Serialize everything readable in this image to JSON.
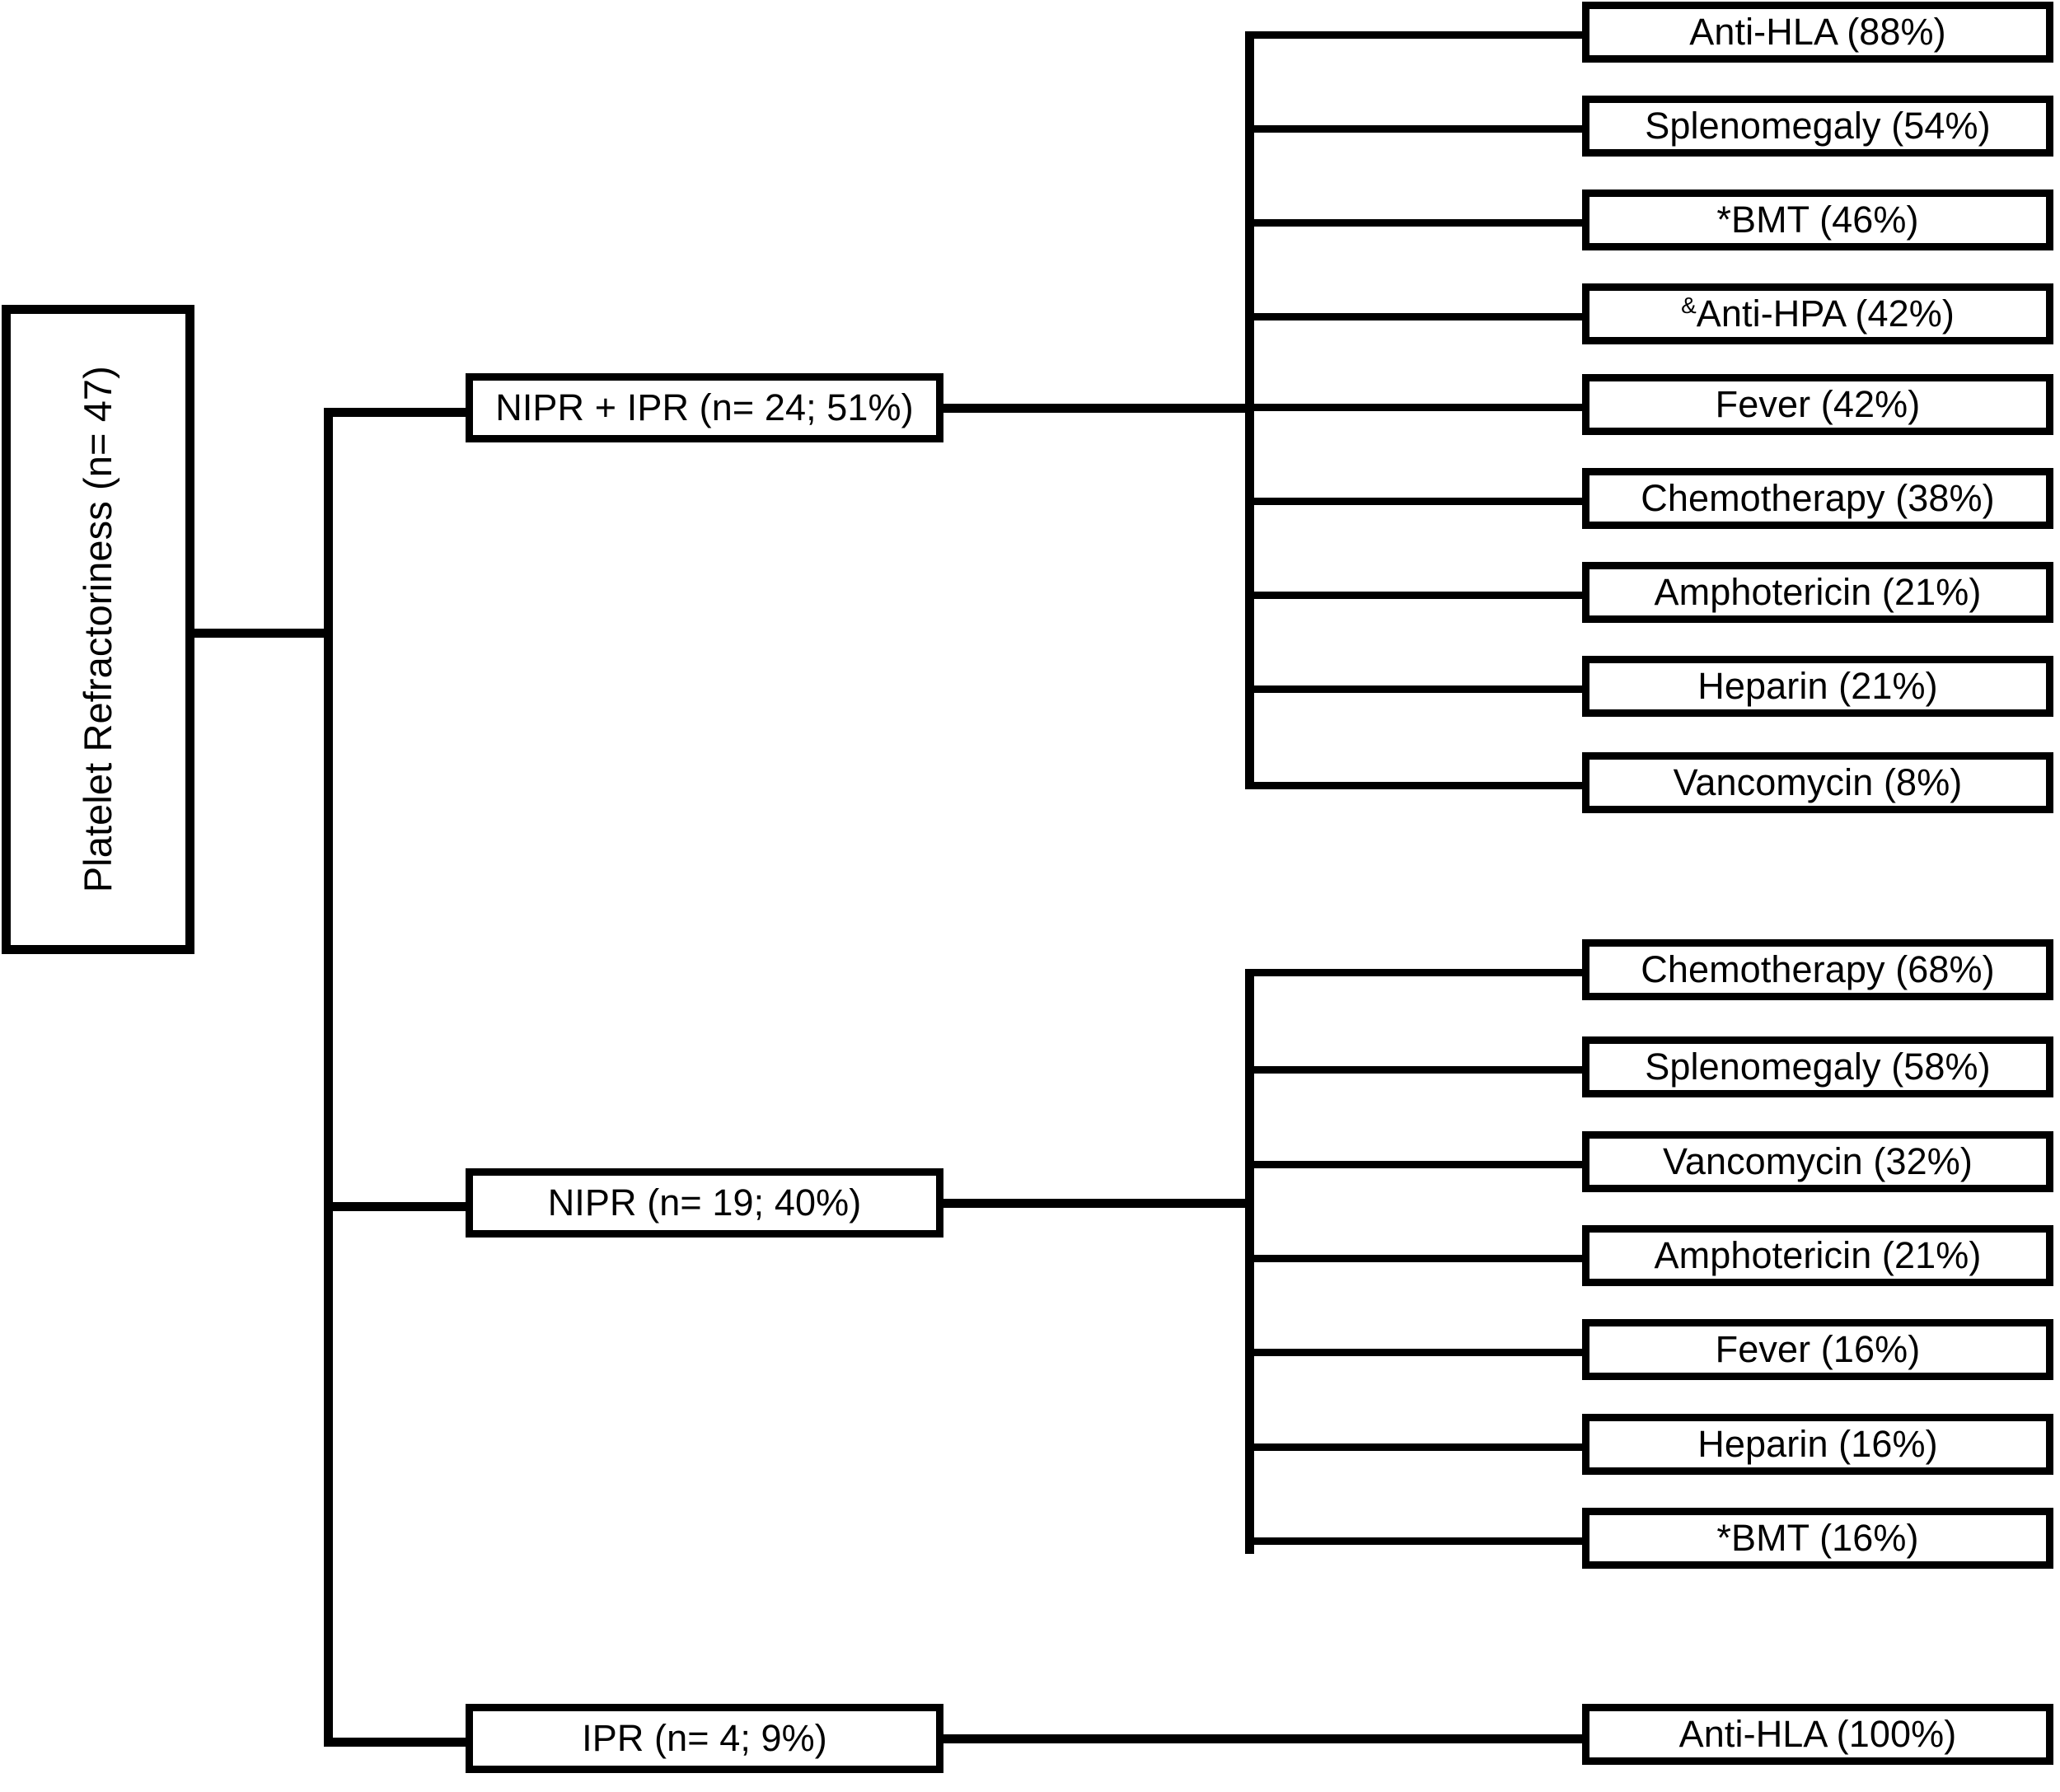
{
  "diagram": {
    "title": "Platelet Refractoriness causes flowchart",
    "line_color": "#000000",
    "box_fill": "#ffffff",
    "box_border_color": "#000000"
  },
  "root": {
    "label": "Platelet Refractoriness  (n= 47)",
    "n": 47
  },
  "branches": [
    {
      "id": "nipr-ipr",
      "label": "NIPR + IPR (n= 24; 51%)",
      "n": 24,
      "percent": 51,
      "leaves": [
        {
          "label": "Anti-HLA (88%)",
          "name": "Anti-HLA",
          "percent": 88,
          "marker": ""
        },
        {
          "label": "Splenomegaly (54%)",
          "name": "Splenomegaly",
          "percent": 54,
          "marker": ""
        },
        {
          "label": "*BMT (46%)",
          "name": "BMT",
          "percent": 46,
          "marker": "*"
        },
        {
          "label": "Anti-HPA (42%)",
          "name": "Anti-HPA",
          "percent": 42,
          "marker": "&"
        },
        {
          "label": "Fever (42%)",
          "name": "Fever",
          "percent": 42,
          "marker": ""
        },
        {
          "label": "Chemotherapy (38%)",
          "name": "Chemotherapy",
          "percent": 38,
          "marker": ""
        },
        {
          "label": "Amphotericin (21%)",
          "name": "Amphotericin",
          "percent": 21,
          "marker": ""
        },
        {
          "label": "Heparin (21%)",
          "name": "Heparin",
          "percent": 21,
          "marker": ""
        },
        {
          "label": "Vancomycin (8%)",
          "name": "Vancomycin",
          "percent": 8,
          "marker": ""
        }
      ]
    },
    {
      "id": "nipr",
      "label": "NIPR (n= 19; 40%)",
      "n": 19,
      "percent": 40,
      "leaves": [
        {
          "label": "Chemotherapy (68%)",
          "name": "Chemotherapy",
          "percent": 68,
          "marker": ""
        },
        {
          "label": "Splenomegaly (58%)",
          "name": "Splenomegaly",
          "percent": 58,
          "marker": ""
        },
        {
          "label": "Vancomycin (32%)",
          "name": "Vancomycin",
          "percent": 32,
          "marker": ""
        },
        {
          "label": "Amphotericin (21%)",
          "name": "Amphotericin",
          "percent": 21,
          "marker": ""
        },
        {
          "label": "Fever (16%)",
          "name": "Fever",
          "percent": 16,
          "marker": ""
        },
        {
          "label": "Heparin (16%)",
          "name": "Heparin",
          "percent": 16,
          "marker": ""
        },
        {
          "label": "*BMT (16%)",
          "name": "BMT",
          "percent": 16,
          "marker": "*"
        }
      ]
    },
    {
      "id": "ipr",
      "label": "IPR (n= 4; 9%)",
      "n": 4,
      "percent": 9,
      "leaves": [
        {
          "label": "Anti-HLA (100%)",
          "name": "Anti-HLA",
          "percent": 100,
          "marker": ""
        }
      ]
    }
  ]
}
